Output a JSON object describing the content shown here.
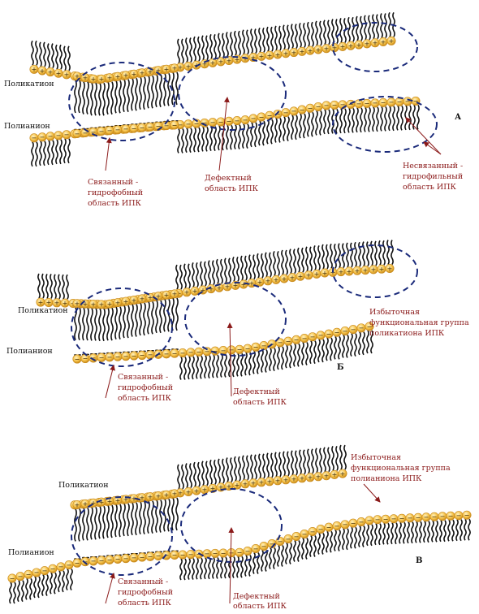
{
  "panels": [
    {
      "id": "A",
      "letter": "А",
      "cation_label": "Поликатион",
      "anion_label": "Полианион",
      "annotations": [
        {
          "role": "bound",
          "lines": [
            "Связанный -",
            "гидрофобный",
            "область ИПК"
          ]
        },
        {
          "role": "defect",
          "lines": [
            "Дефектный",
            "область ИПК"
          ]
        },
        {
          "role": "unbound",
          "lines": [
            "Несвязанный -",
            "гидрофильный",
            "область ИПК"
          ]
        }
      ]
    },
    {
      "id": "B",
      "letter": "Б",
      "cation_label": "Поликатион",
      "anion_label": "Полианион",
      "annotations": [
        {
          "role": "bound",
          "lines": [
            "Связанный -",
            "гидрофобный",
            "область ИПК"
          ]
        },
        {
          "role": "defect",
          "lines": [
            "Дефектный",
            "область ИПК"
          ]
        },
        {
          "role": "excess",
          "lines": [
            "Избыточная",
            "функциональная группа",
            "поликатиона ИПК"
          ]
        }
      ]
    },
    {
      "id": "C",
      "letter": "В",
      "cation_label": "Поликатион",
      "anion_label": "Полианион",
      "annotations": [
        {
          "role": "bound",
          "lines": [
            "Связанный -",
            "гидрофобный",
            "область ИПК"
          ]
        },
        {
          "role": "defect",
          "lines": [
            "Дефектный",
            "область ИПК"
          ]
        },
        {
          "role": "excess",
          "lines": [
            "Избыточная",
            "функциональная группа",
            "полианиона ИПК"
          ]
        }
      ]
    }
  ],
  "signs": {
    "plus": "+",
    "minus": "−"
  },
  "colors": {
    "bead": "#f5c24a",
    "bead_dark": "#c98a1a",
    "tail": "#111111",
    "ellipse": "#1a2a7a",
    "arrow": "#8b1a1a"
  }
}
